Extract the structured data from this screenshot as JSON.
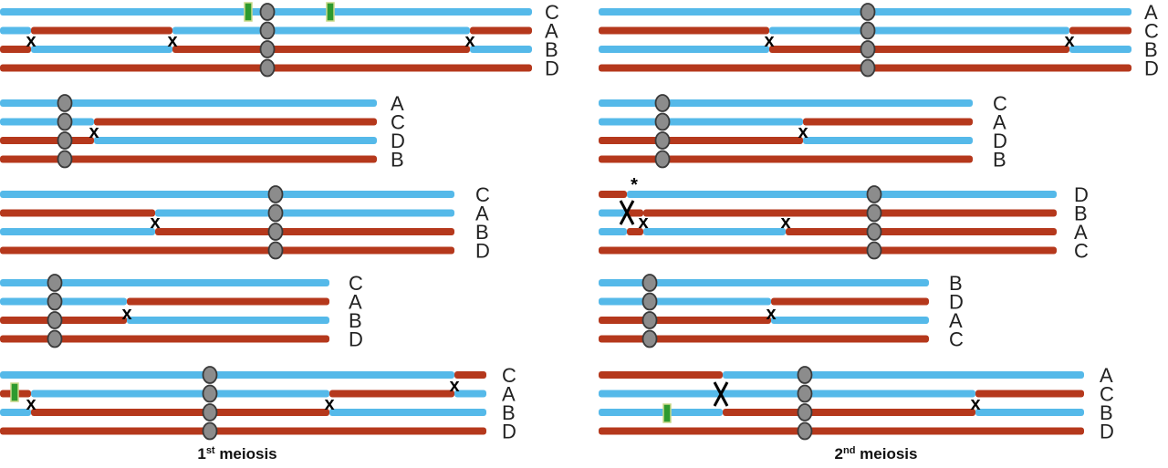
{
  "colors": {
    "blue": "#55b9e9",
    "red": "#b5381c",
    "centromere_fill": "#8c8c8c",
    "centromere_stroke": "#3a3a3a",
    "bar_fill": "#2e9a2e",
    "bar_stroke": "#c8d98a",
    "marker": "#000000",
    "label": "#222222"
  },
  "legend_marks": {
    "crossover": "x",
    "complex_exchange": "X",
    "asterisk": "*"
  },
  "panels": [
    {
      "caption": {
        "prefix": "1",
        "sup": "st",
        "suffix": " meiosis"
      },
      "groups": [
        {
          "labels": [
            "C",
            "A",
            "B",
            "D"
          ],
          "crossovers": 3,
          "green_bars": 2
        },
        {
          "labels": [
            "A",
            "C",
            "D",
            "B"
          ],
          "crossovers": 1,
          "green_bars": 0
        },
        {
          "labels": [
            "C",
            "A",
            "B",
            "D"
          ],
          "crossovers": 1,
          "green_bars": 0
        },
        {
          "labels": [
            "C",
            "A",
            "B",
            "D"
          ],
          "crossovers": 1,
          "green_bars": 0
        },
        {
          "labels": [
            "C",
            "A",
            "B",
            "D"
          ],
          "crossovers": 3,
          "green_bars": 1
        }
      ]
    },
    {
      "caption": {
        "prefix": "2",
        "sup": "nd",
        "suffix": " meiosis"
      },
      "groups": [
        {
          "labels": [
            "A",
            "C",
            "B",
            "D"
          ],
          "crossovers": 2,
          "green_bars": 0
        },
        {
          "labels": [
            "C",
            "A",
            "D",
            "B"
          ],
          "crossovers": 1,
          "green_bars": 0
        },
        {
          "labels": [
            "D",
            "B",
            "A",
            "C"
          ],
          "crossovers": 3,
          "green_bars": 0
        },
        {
          "labels": [
            "B",
            "D",
            "A",
            "C"
          ],
          "crossovers": 1,
          "green_bars": 0
        },
        {
          "labels": [
            "A",
            "C",
            "B",
            "D"
          ],
          "crossovers": 2,
          "green_bars": 1
        }
      ]
    }
  ]
}
